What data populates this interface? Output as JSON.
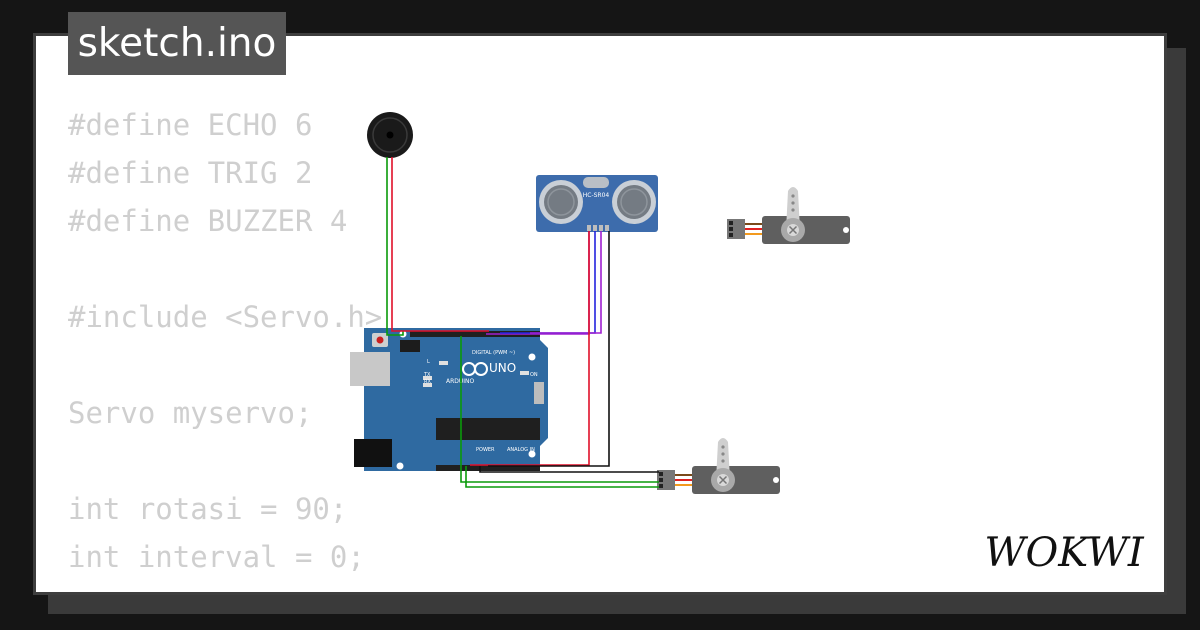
{
  "window": {
    "title": "sketch.ino"
  },
  "code": {
    "lines": [
      "#define ECHO 6",
      "#define TRIG 2",
      "#define BUZZER 4",
      "",
      "#include <Servo.h>",
      "",
      "Servo myservo;",
      "",
      "int rotasi = 90;",
      "int interval = 0;"
    ]
  },
  "brand": {
    "name": "WOKWI"
  },
  "circuit": {
    "components": [
      "arduino-uno",
      "piezo-buzzer",
      "hc-sr04-sensor",
      "servo-motor",
      "servo-motor"
    ],
    "sensor_label": "HC-SR04",
    "board": {
      "model": "UNO",
      "brand": "ARDUINO",
      "digital_label": "DIGITAL (PWM ~)",
      "power_label": "POWER",
      "analog_label": "ANALOG IN",
      "on_label": "ON",
      "tx_label": "TX",
      "rx_label": "RX",
      "l_label": "L"
    }
  },
  "colors": {
    "background": "#151515",
    "card": "#ffffff",
    "title_tab": "#555555",
    "code_text": "#cfcfcf",
    "board": "#2f6aa1",
    "wire_green": "#0a9a0a",
    "wire_red": "#e0102a",
    "wire_blue": "#2424dd",
    "wire_purple": "#a020d0",
    "wire_black": "#111111"
  }
}
